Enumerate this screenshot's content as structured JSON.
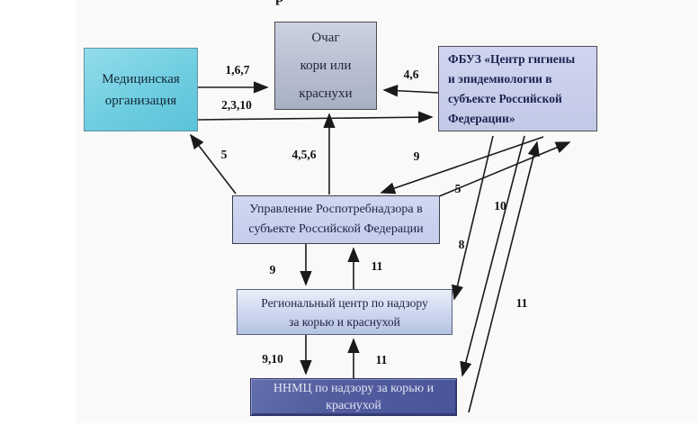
{
  "diagram": {
    "description_note": "Scheme of interaction of organizations in measles/rubella surveillance",
    "cropped_top_char": "р"
  },
  "colors": {
    "med_org_fill": "#6fcde0",
    "ochag_fill": "#b7bed0",
    "fbuz_fill": "#c9cfec",
    "upravlenie_fill": "#cbd2ee",
    "reg_center_fill": "#c9d3ec",
    "nnmc_fill": "#49549b",
    "arrow": "#1a1a1a"
  },
  "boxes": {
    "med_org": {
      "line1": "Медицинская",
      "line2": "организация"
    },
    "ochag": {
      "line1": "Очаг",
      "line2": "кори или",
      "line3": "краснухи"
    },
    "fbuz": {
      "line1": "ФБУЗ «Центр гигиены",
      "line2": "и эпидемиологии в",
      "line3": "субъекте Российской",
      "line4": "Федерации»"
    },
    "upravlenie": {
      "line1": "Управление Роспотребнадзора в",
      "line2": "субъекте Российской Федерации"
    },
    "reg_center": {
      "line1": "Региональный центр по надзору",
      "line2": "за корью и краснухой"
    },
    "nnmc": {
      "line1": "ННМЦ по надзору за корью и",
      "line2": "краснухой"
    }
  },
  "edge_labels": {
    "med_to_ochag": "1,6,7",
    "med_to_fbuz": "2,3,10",
    "fbuz_to_ochag": "4,6",
    "upr_to_med": "5",
    "upr_to_ochag": "4,5,6",
    "fbuz_to_upr": "9",
    "upr_to_fbuz": "5",
    "fbuz_to_reg": "8",
    "fbuz_to_nnmc": "10",
    "nnmc_to_fbuz": "11",
    "upr_to_reg": "9",
    "reg_to_upr": "11",
    "reg_to_nnmc": "9,10",
    "nnmc_to_reg": "11"
  }
}
